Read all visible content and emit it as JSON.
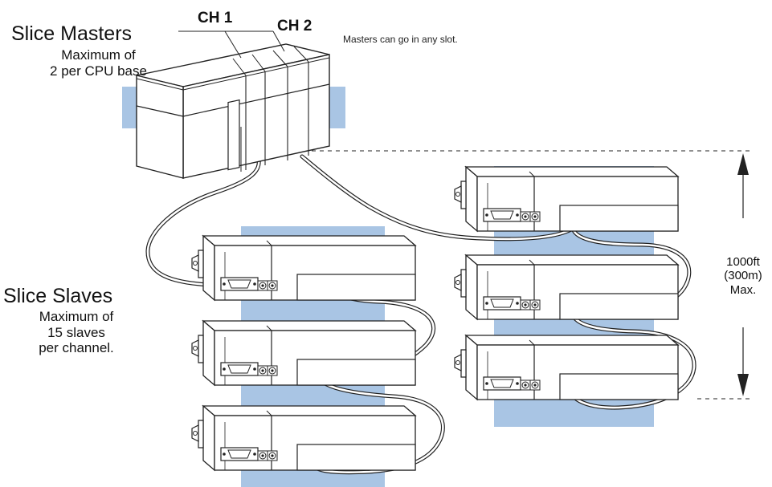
{
  "masters": {
    "title": "Slice Masters",
    "lines": [
      "Maximum of",
      "2 per CPU base"
    ]
  },
  "channels": {
    "ch1": "CH 1",
    "ch2": "CH 2"
  },
  "note": "Masters can go in any slot.",
  "slaves": {
    "title": "Slice Slaves",
    "lines": [
      "Maximum of",
      "15 slaves",
      "per channel."
    ]
  },
  "distance": {
    "lines": [
      "1000ft",
      "(300m)",
      "Max."
    ]
  },
  "colors": {
    "highlight": "#a9c5e4",
    "outline": "#222222",
    "background": "#ffffff"
  }
}
